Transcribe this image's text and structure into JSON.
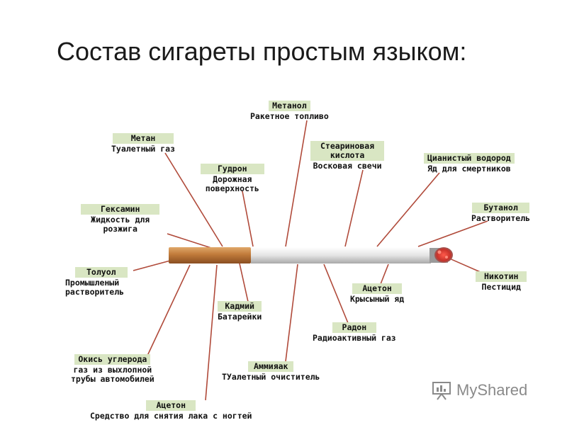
{
  "title": "Состав сигареты простым языком:",
  "watermark": "MyShared",
  "colors": {
    "line": "#b04a3a",
    "name_bg": "#d9e6c3",
    "filter": "#c9864a",
    "paper": "#e8e8e8"
  },
  "labels": {
    "metanol": {
      "name": "Метанол",
      "desc": [
        "Ракетное топливо"
      ]
    },
    "metan": {
      "name": "Метан",
      "desc": [
        "Туалетный газ"
      ]
    },
    "gudron": {
      "name": "Гудрон",
      "desc": [
        "Дорожная",
        "поверхность"
      ]
    },
    "stearin": {
      "name": "Стеариновая\nкислота",
      "desc": [
        "Восковая свечи"
      ]
    },
    "cianid": {
      "name": "Цианистый водород",
      "desc": [
        "Яд для смертников"
      ]
    },
    "geksamin": {
      "name": "Гексамин",
      "desc": [
        "Жидкость для",
        "розжига"
      ]
    },
    "butanol": {
      "name": "Бутанол",
      "desc": [
        "Растворитель"
      ]
    },
    "toluol": {
      "name": "Толуол",
      "desc": [
        "Промышленый",
        "растворитель"
      ]
    },
    "nikotin": {
      "name": "Никотин",
      "desc": [
        "Пестицид"
      ]
    },
    "aceton1": {
      "name": "Ацетон",
      "desc": [
        "Крысыный яд"
      ]
    },
    "kadmiy": {
      "name": "Кадмий",
      "desc": [
        "Батарейки"
      ]
    },
    "radon": {
      "name": "Радон",
      "desc": [
        "Радиоактивный газ"
      ]
    },
    "okis": {
      "name": "Окись углерода",
      "desc": [
        "газ из выхлопной",
        "трубы автомобилей"
      ]
    },
    "ammiak": {
      "name": "Аммияак",
      "desc": [
        "ТУалетный очиститель"
      ]
    },
    "aceton2": {
      "name": "Ацетон",
      "desc": [
        "Средство для снятия лака с ногтей"
      ]
    }
  }
}
